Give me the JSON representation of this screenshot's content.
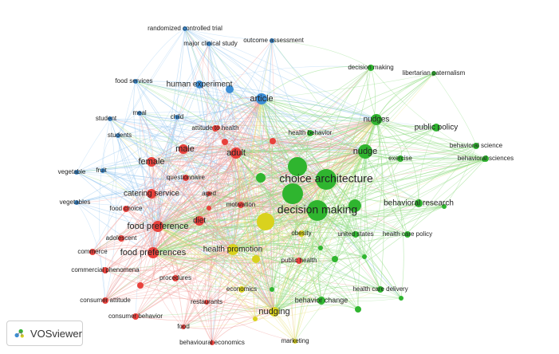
{
  "app": {
    "name": "VOSviewer",
    "logo_icon": "vosviewer-logo-icon"
  },
  "clusters": {
    "red": "#e8413c",
    "green": "#2fb52f",
    "blue": "#3c8ed6",
    "yellow": "#d9d21e"
  },
  "edge_colors": {
    "red": "#f19a96",
    "green": "#8fdc82",
    "blue": "#9ccaf1",
    "yellow": "#e9e37c"
  },
  "nodes": [
    {
      "label": "randomized controlled trial",
      "cluster": "blue",
      "size": 2
    },
    {
      "label": "major clinical study",
      "cluster": "blue",
      "size": 2
    },
    {
      "label": "outcome assessment",
      "cluster": "blue",
      "size": 2
    },
    {
      "label": "food services",
      "cluster": "blue",
      "size": 2
    },
    {
      "label": "human experiment",
      "cluster": "blue",
      "size": 3
    },
    {
      "label": "article",
      "cluster": "blue",
      "size": 4
    },
    {
      "label": "meal",
      "cluster": "blue",
      "size": 2
    },
    {
      "label": "child",
      "cluster": "blue",
      "size": 2
    },
    {
      "label": "student",
      "cluster": "blue",
      "size": 2
    },
    {
      "label": "students",
      "cluster": "blue",
      "size": 2
    },
    {
      "label": "fruit",
      "cluster": "blue",
      "size": 2
    },
    {
      "label": "vegetable",
      "cluster": "blue",
      "size": 2
    },
    {
      "label": "vegetables",
      "cluster": "blue",
      "size": 2
    },
    {
      "label": "attitude to health",
      "cluster": "red",
      "size": 2
    },
    {
      "label": "male",
      "cluster": "red",
      "size": 3
    },
    {
      "label": "adult",
      "cluster": "red",
      "size": 3
    },
    {
      "label": "female",
      "cluster": "red",
      "size": 3
    },
    {
      "label": "questionnaire",
      "cluster": "red",
      "size": 2
    },
    {
      "label": "catering service",
      "cluster": "red",
      "size": 3
    },
    {
      "label": "aged",
      "cluster": "red",
      "size": 2
    },
    {
      "label": "food choice",
      "cluster": "red",
      "size": 2
    },
    {
      "label": "diet",
      "cluster": "red",
      "size": 3
    },
    {
      "label": "motivation",
      "cluster": "red",
      "size": 2
    },
    {
      "label": "food preference",
      "cluster": "red",
      "size": 3
    },
    {
      "label": "adolescent",
      "cluster": "red",
      "size": 2
    },
    {
      "label": "commerce",
      "cluster": "red",
      "size": 2
    },
    {
      "label": "food preferences",
      "cluster": "red",
      "size": 3
    },
    {
      "label": "commercial phenomena",
      "cluster": "red",
      "size": 2
    },
    {
      "label": "procedures",
      "cluster": "red",
      "size": 2
    },
    {
      "label": "consumer attitude",
      "cluster": "red",
      "size": 2
    },
    {
      "label": "restaurants",
      "cluster": "red",
      "size": 2
    },
    {
      "label": "consumer behavior",
      "cluster": "red",
      "size": 2
    },
    {
      "label": "food",
      "cluster": "red",
      "size": 2
    },
    {
      "label": "behavioural economics",
      "cluster": "red",
      "size": 2
    },
    {
      "label": "public health",
      "cluster": "red",
      "size": 2
    },
    {
      "label": "health promotion",
      "cluster": "yellow",
      "size": 3
    },
    {
      "label": "economics",
      "cluster": "yellow",
      "size": 2
    },
    {
      "label": "nudging",
      "cluster": "yellow",
      "size": 3
    },
    {
      "label": "marketing",
      "cluster": "yellow",
      "size": 2
    },
    {
      "label": "obesity",
      "cluster": "yellow",
      "size": 2
    },
    {
      "label": "decision making",
      "cluster": "green",
      "size": 2
    },
    {
      "label": "libertarian paternalism",
      "cluster": "green",
      "size": 2
    },
    {
      "label": "nudges",
      "cluster": "green",
      "size": 3
    },
    {
      "label": "public policy",
      "cluster": "green",
      "size": 2
    },
    {
      "label": "health behavior",
      "cluster": "green",
      "size": 2
    },
    {
      "label": "nudge",
      "cluster": "green",
      "size": 4
    },
    {
      "label": "behavioral science",
      "cluster": "green",
      "size": 2
    },
    {
      "label": "exercise",
      "cluster": "green",
      "size": 2
    },
    {
      "label": "behavioral sciences",
      "cluster": "green",
      "size": 2
    },
    {
      "label": "choice architecture",
      "cluster": "green",
      "size": 5
    },
    {
      "label": "decision making",
      "cluster": "green",
      "size": 5
    },
    {
      "label": "behavioral research",
      "cluster": "green",
      "size": 2
    },
    {
      "label": "united states",
      "cluster": "green",
      "size": 2
    },
    {
      "label": "health care policy",
      "cluster": "green",
      "size": 2
    },
    {
      "label": "health care delivery",
      "cluster": "green",
      "size": 2
    },
    {
      "label": "behavior change",
      "cluster": "green",
      "size": 2
    }
  ]
}
